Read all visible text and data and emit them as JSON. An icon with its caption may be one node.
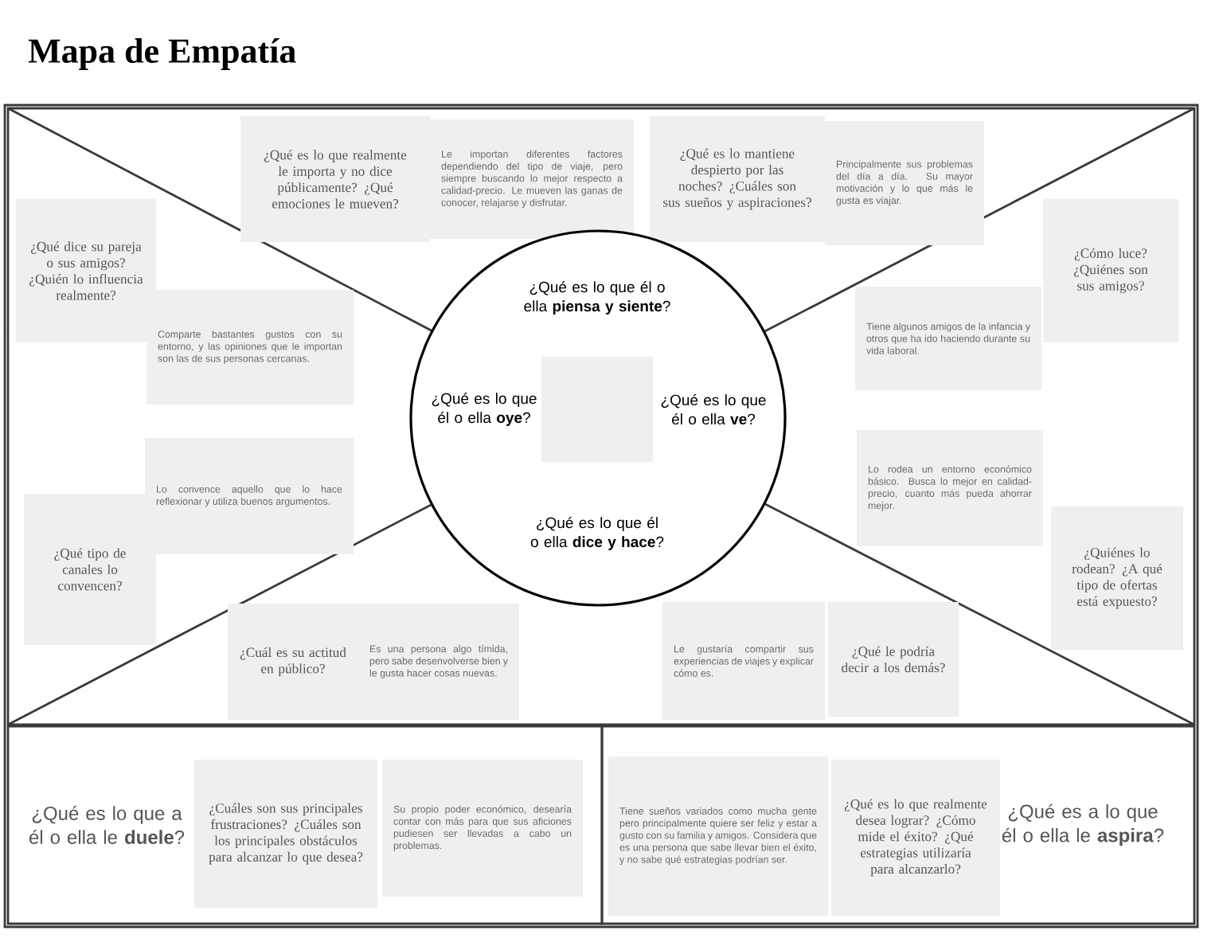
{
  "diagram": {
    "title": "Mapa de Empatía",
    "nodes": [
      {
        "text": [
          "¿Qué es lo que realmente le importa y no dice públicamente? ¿Qué emociones le mueven?"
        ]
      },
      {
        "text": [
          "Le importan diferentes factores dependiendo del tipo de viaje, pero siempre buscando lo mejor respecto a calidad-precio. Le mueven las ganas de conocer, relajarse y disfrutar."
        ]
      },
      {
        "text": [
          "¿Qué es lo mantiene despierto por las noches? ¿Cuáles son sus sueños y aspiraciones?"
        ]
      },
      {
        "text": [
          "Principalmente sus problemas del día a día. Su mayor motivación y lo que más le gusta es viajar."
        ]
      },
      {
        "text": [
          "¿Qué dice su pareja o sus amigos? ¿Quién lo influencia realmente?"
        ]
      },
      {
        "text": [
          "¿Cómo luce? ¿Quiénes son sus amigos?"
        ]
      },
      {
        "text": [
          "¿Qué es lo que él o ella **piensa y siente**?",
          "¿Qué es lo que él o ella **oye**?",
          "¿Qué es lo que él o ella **ve**?",
          "¿Qué es lo que él o ella **dice y hace**?"
        ]
      },
      {
        "text": [],
        "shape": "box",
        "in": 6
      },
      {
        "text": [
          "Comparte bastantes gustos con su entorno, y las opiniones que le importan son las de sus personas cercanas."
        ]
      },
      {
        "text": [
          "Tiene algunos amigos de la infancia y otros que ha ido haciendo durante su vida laboral."
        ]
      },
      {
        "text": [
          "Lo convence aquello que lo hace reflexionar y utiliza buenos argumentos."
        ]
      },
      {
        "text": [
          "Lo rodea un entorno económico básico. Busca lo mejor en calidad-precio, cuanto más pueda ahorrar mejor."
        ]
      },
      {
        "text": [
          "¿Qué tipo de canales lo convencen?"
        ]
      },
      {
        "text": [
          "¿Quiénes lo rodean? ¿A qué tipo de ofertas está expuesto?"
        ]
      },
      {
        "text": [
          "¿Cuál es su actitud en público?"
        ]
      },
      {
        "text": [
          "Es una persona algo tímida, pero sabe desenvolverse bien y le gusta hacer cosas nuevas."
        ]
      },
      {
        "text": [
          "Le gustaría compartir sus experiencias de viajes y explicar cómo es."
        ]
      },
      {
        "text": [
          "¿Qué le podría decir a los demás?"
        ]
      },
      {
        "text": [
          "¿Qué es lo que a él o ella le **duele**?"
        ]
      },
      {
        "text": [
          "¿Cuáles son sus principales frustraciones? ¿Cuáles son los principales obstáculos para alcanzar lo que desea?"
        ],
        "in": 18
      },
      {
        "text": [
          "Su propio poder económico, desearía contar con más para que sus aficiones pudiesen ser llevadas a cabo un problemas."
        ],
        "in": 18
      },
      {
        "text": [
          "¿Qué es a lo que él o ella le **aspira**?"
        ]
      },
      {
        "text": [
          "Tiene sueños variados como mucha gente pero principalmente quiere ser feliz y estar a gusto con su familia y amigos. Considera que es una persona que sabe llevar bien el éxito, y no sabe qué estrategias podrían ser."
        ],
        "in": 21
      },
      {
        "text": [
          "¿Qué es lo que realmente desea lograr? ¿Cómo mide el éxito? ¿Qué estrategias utilizaría para alcanzarlo?"
        ],
        "in": 21
      }
    ]
  }
}
